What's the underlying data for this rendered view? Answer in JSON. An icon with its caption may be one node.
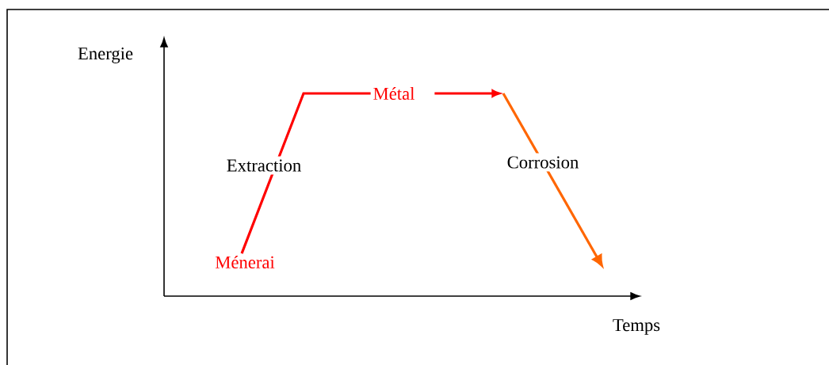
{
  "diagram": {
    "nodes": [
      {
        "text": [
          "Ménerai"
        ]
      },
      {
        "text": [
          "Métal"
        ]
      }
    ],
    "edges": [
      {
        "from": 0,
        "to": 1,
        "arrow": "none",
        "label": "Extraction"
      },
      {
        "from": 1,
        "to": null,
        "arrow": "to",
        "label": "Corrosion",
        "color": "#ff6600"
      }
    ],
    "labels": [
      "Energie",
      "Temps"
    ]
  }
}
